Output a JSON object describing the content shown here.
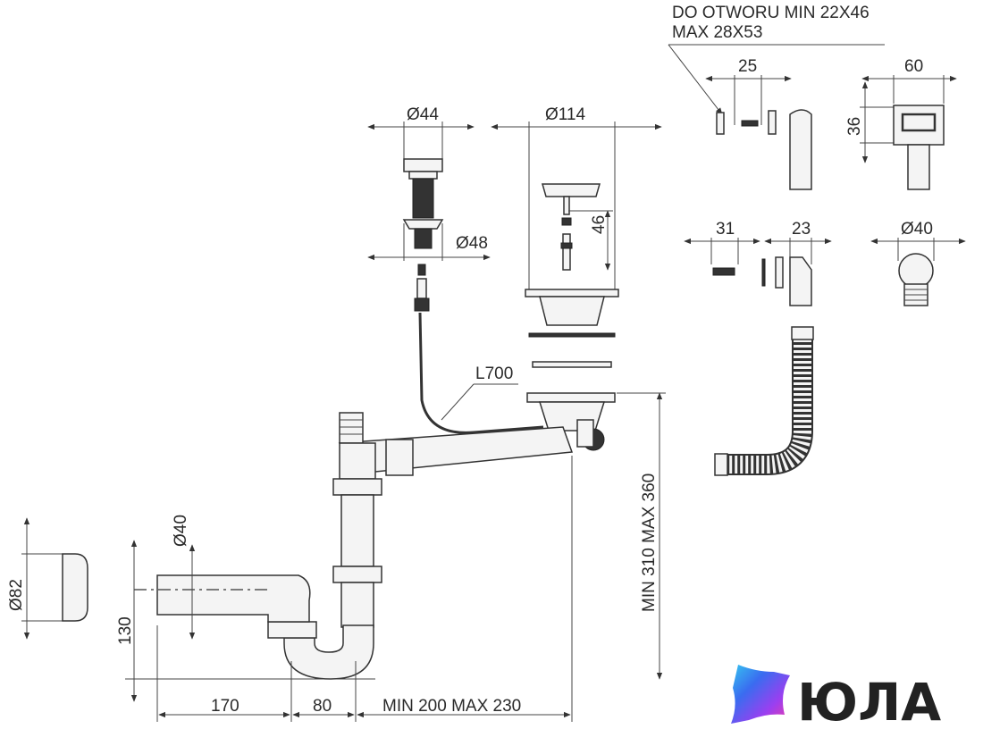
{
  "diagram": {
    "note_line1": "DO OTWORU MIN 22X46",
    "note_line2": "MAX 28X53",
    "dims": {
      "d44": "Ø44",
      "d114": "Ø114",
      "d48": "Ø48",
      "h46": "46",
      "w25": "25",
      "w60": "60",
      "h36": "36",
      "w31": "31",
      "w23": "23",
      "d40_right": "Ø40",
      "l700": "L700",
      "d40_left": "Ø40",
      "d82": "Ø82",
      "h130": "130",
      "w170": "170",
      "w80": "80",
      "range_horizontal": "MIN 200 MAX 230",
      "range_vertical": "MIN 310 MAX 360"
    }
  },
  "brand": {
    "name": "ЮЛА",
    "gradient_colors": [
      "#3a6cf0",
      "#9a3ff0",
      "#f03aa8",
      "#35c6f0"
    ]
  }
}
